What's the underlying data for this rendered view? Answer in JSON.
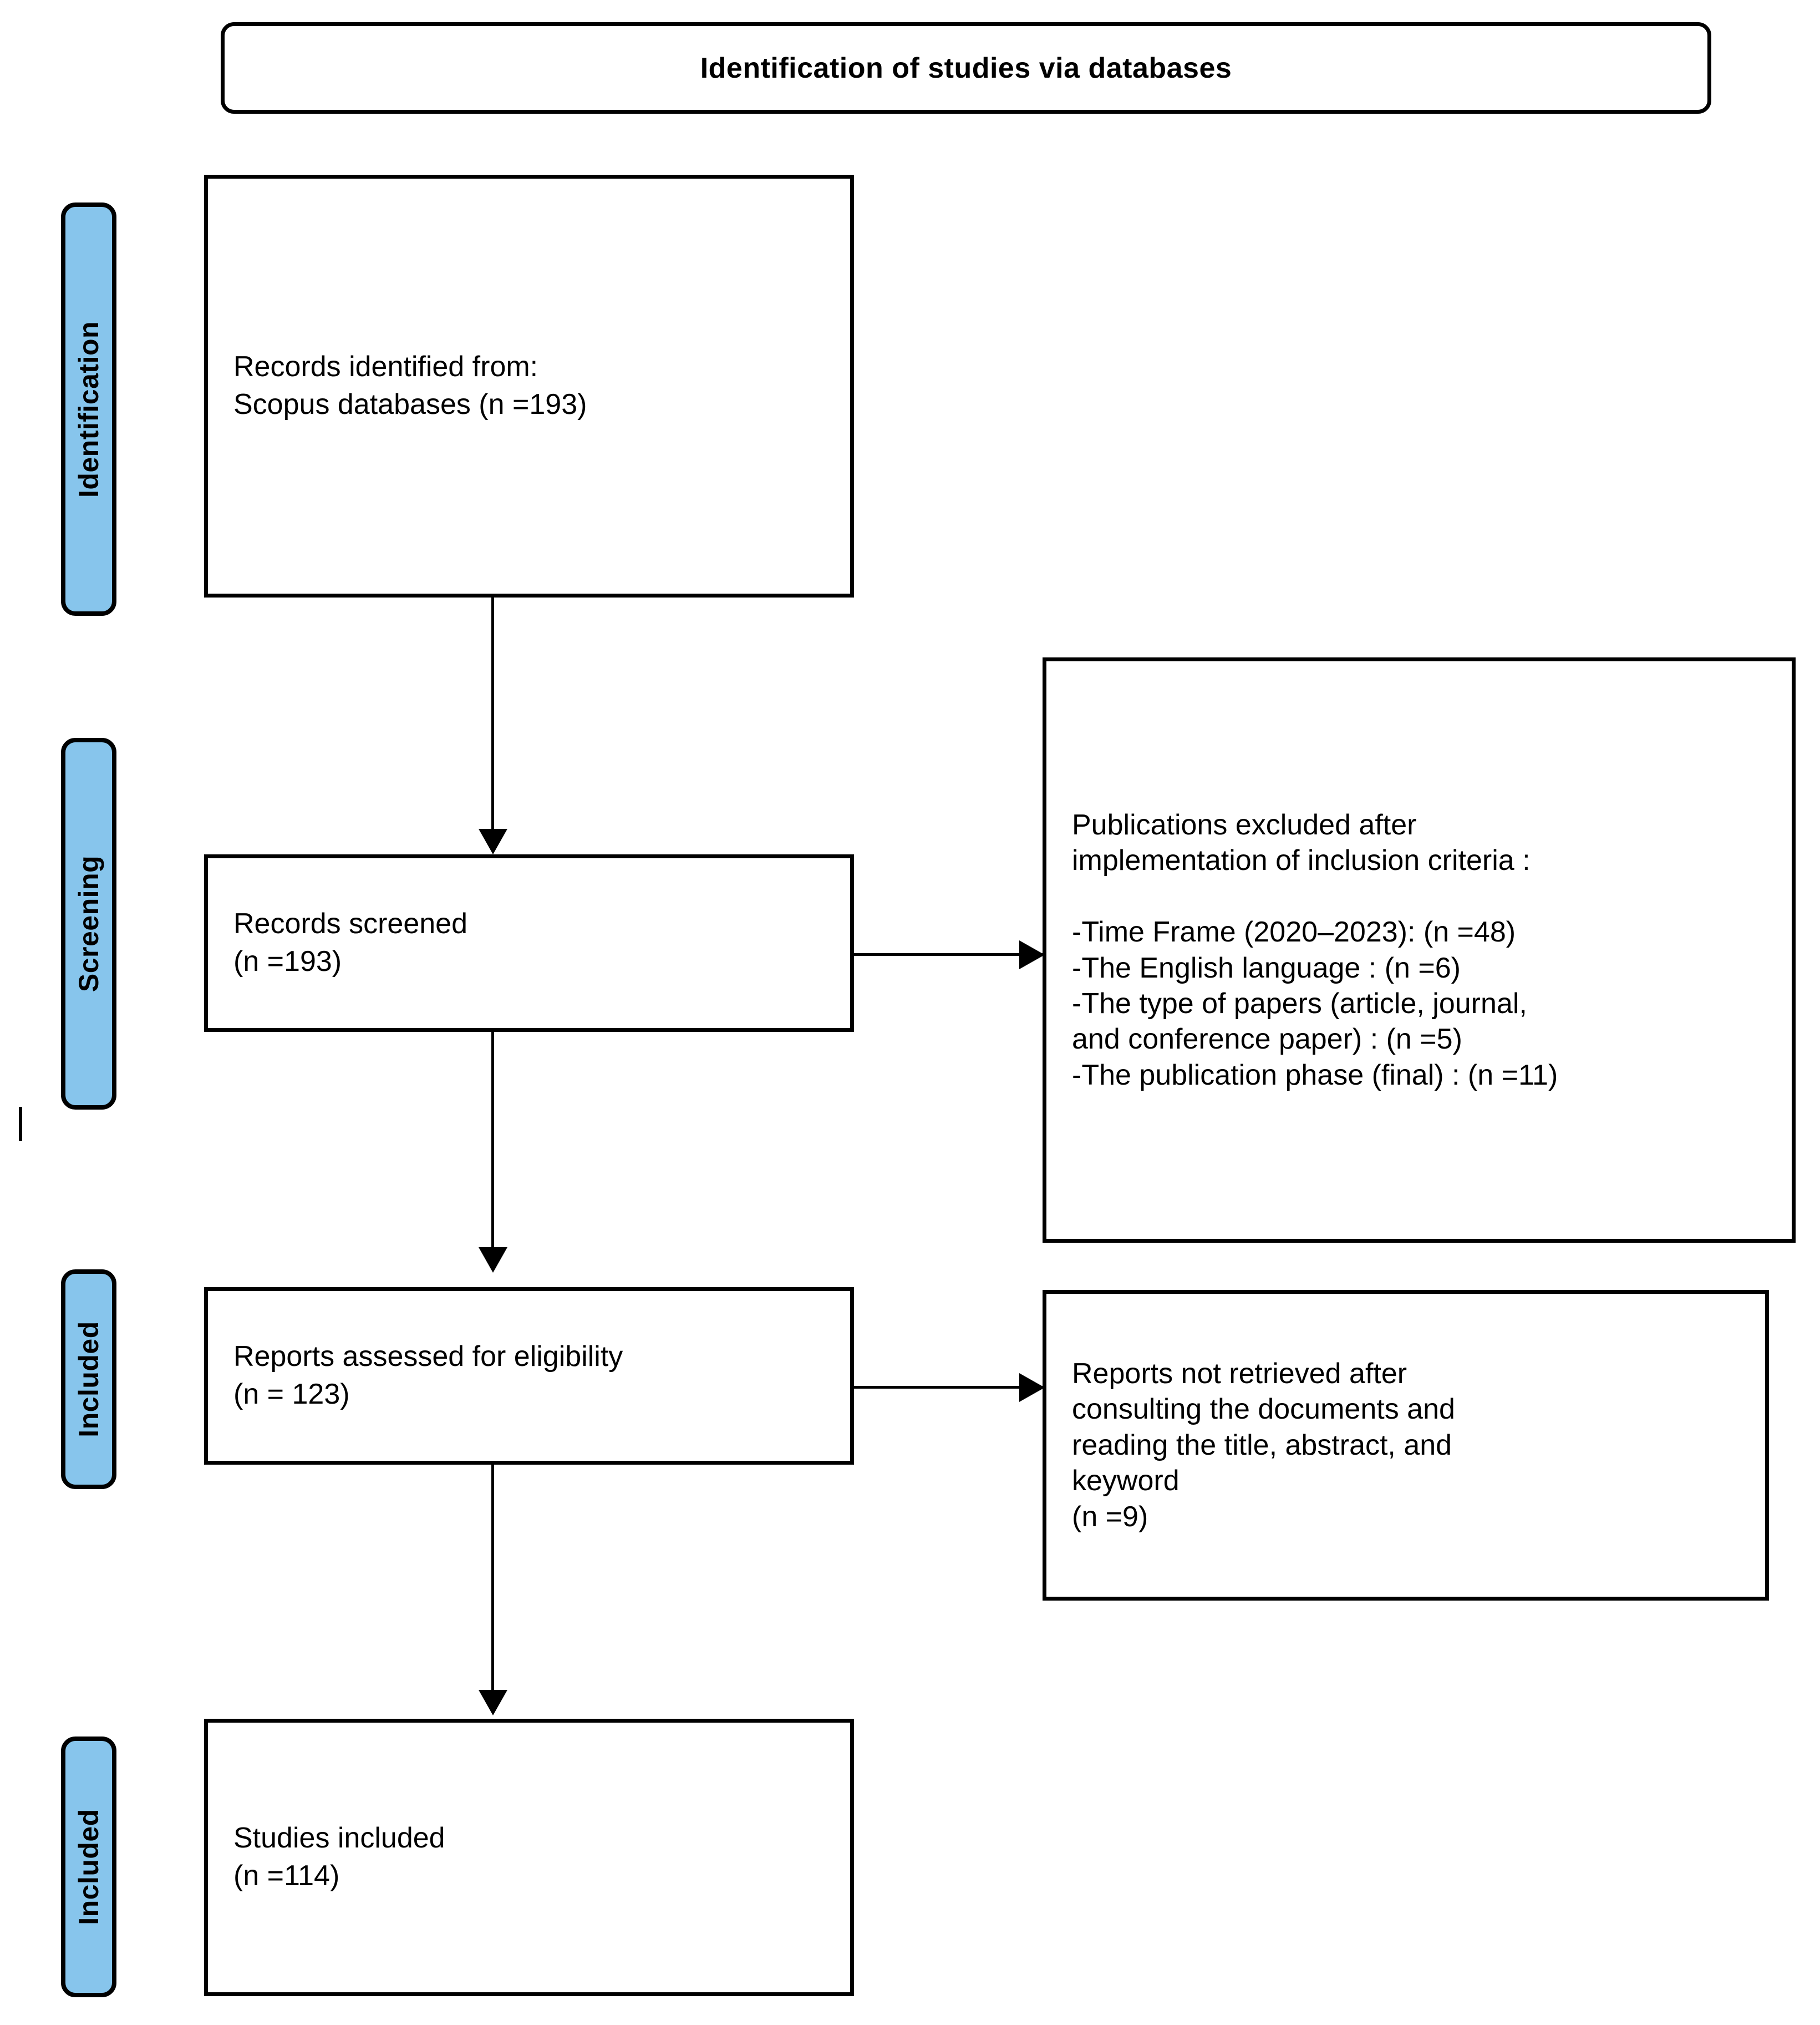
{
  "diagram": {
    "title": "Identification of studies via databases",
    "type": "PRISMA flow diagram"
  },
  "stages": [
    {
      "id": "identification",
      "label": "Identification"
    },
    {
      "id": "screening",
      "label": "Screening"
    },
    {
      "id": "included_eligibility",
      "label": "Included"
    },
    {
      "id": "included_final",
      "label": "Included"
    }
  ],
  "boxes": {
    "records_identified": {
      "text": "Records identified from:\nScopus databases (n =193)"
    },
    "records_screened": {
      "text": "Records screened\n(n =193)"
    },
    "publications_excluded": {
      "text": "Publications excluded after\nimplementation of inclusion criteria :\n\n-Time Frame (2020–2023): (n =48)\n-The English language : (n =6)\n-The type of papers (article, journal,\nand conference paper) : (n =5)\n-The publication phase (final) : (n =11)"
    },
    "reports_assessed": {
      "text": "Reports assessed for eligibility\n(n = 123)"
    },
    "reports_not_retrieved": {
      "text": "Reports not retrieved after\nconsulting the documents and\nreading the title, abstract, and\nkeyword\n(n =9)"
    },
    "studies_included": {
      "text": "Studies included\n(n =114)"
    }
  },
  "counts": {
    "records_identified": 193,
    "records_screened": 193,
    "excluded_time_frame": 48,
    "excluded_english_language": 6,
    "excluded_paper_type": 5,
    "excluded_publication_phase": 11,
    "reports_assessed": 123,
    "reports_not_retrieved": 9,
    "studies_included": 114
  },
  "colors": {
    "stage_tab_fill": "#87C5EC",
    "outline": "#000000",
    "box_fill": "#FFFFFF"
  }
}
